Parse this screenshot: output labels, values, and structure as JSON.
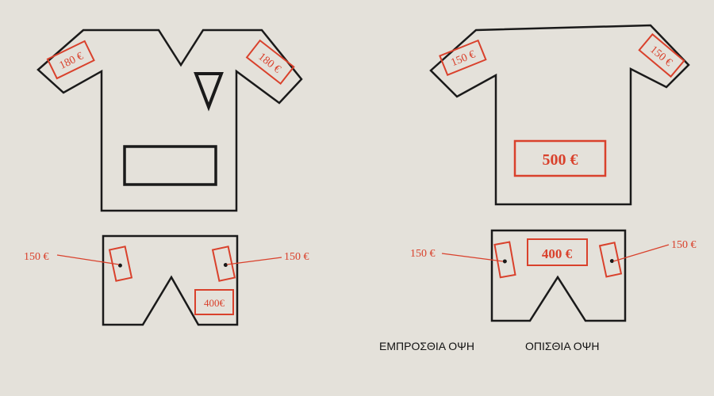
{
  "colors": {
    "background": "#e4e1da",
    "outline": "#1a1a1a",
    "price": "#d9412c"
  },
  "front": {
    "caption": "ΕΜΠΡΟΣΘΙΑ ΟΨΗ",
    "shirt": {
      "left_sleeve_price": "180 €",
      "right_sleeve_price": "180 €"
    },
    "shorts": {
      "left_leg_price": "150 €",
      "right_leg_price": "150 €",
      "front_patch_price": "400€"
    }
  },
  "back": {
    "caption": "ΟΠΙΣΘΙΑ ΟΨΗ",
    "shirt": {
      "left_sleeve_price": "150 €",
      "right_sleeve_price": "150 €",
      "back_price": "500 €"
    },
    "shorts": {
      "left_leg_price": "150 €",
      "right_leg_price": "150 €",
      "waist_price": "400 €"
    }
  }
}
